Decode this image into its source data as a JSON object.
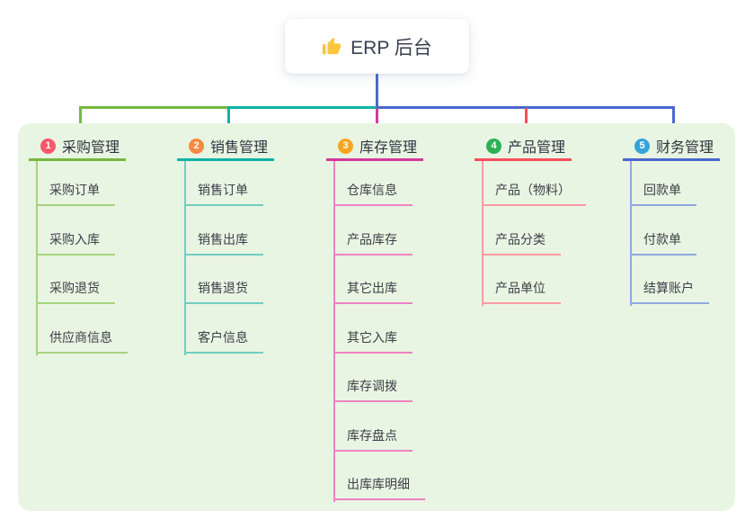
{
  "root": {
    "label": "ERP 后台",
    "icon": "thumbs-up-icon",
    "icon_color": "#FFC53D",
    "line_color": "#4A67CD"
  },
  "colors": {
    "panel_bg": "#E8F5E2",
    "canvas_bg": "#FFFFFF"
  },
  "branches": [
    {
      "index": "1",
      "label": "采购管理",
      "badge_color": "#F6576B",
      "line_color": "#77B83E",
      "child_line_color": "#A6D37D",
      "children": [
        "采购订单",
        "采购入库",
        "采购退货",
        "供应商信息"
      ]
    },
    {
      "index": "2",
      "label": "销售管理",
      "badge_color": "#F78A42",
      "line_color": "#0EB2A3",
      "child_line_color": "#6FCEC2",
      "children": [
        "销售订单",
        "销售出库",
        "销售退货",
        "客户信息"
      ]
    },
    {
      "index": "3",
      "label": "库存管理",
      "badge_color": "#F7A623",
      "line_color": "#D4399B",
      "child_line_color": "#EE82C2",
      "children": [
        "仓库信息",
        "产品库存",
        "其它出库",
        "其它入库",
        "库存调拨",
        "库存盘点",
        "出库库明细"
      ]
    },
    {
      "index": "4",
      "label": "产品管理",
      "badge_color": "#2DB156",
      "line_color": "#F64F5C",
      "child_line_color": "#F99BA3",
      "children": [
        "产品（物料）",
        "产品分类",
        "产品单位"
      ]
    },
    {
      "index": "5",
      "label": "财务管理",
      "badge_color": "#36A4DB",
      "line_color": "#4A67CD",
      "child_line_color": "#92A7E1",
      "children": [
        "回款单",
        "付款单",
        "结算账户"
      ]
    }
  ]
}
